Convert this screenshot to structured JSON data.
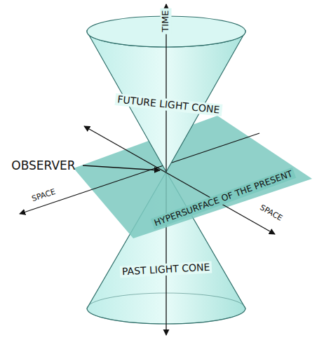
{
  "diagram": {
    "labels": [
      "TIME",
      "FUTURE LIGHT CONE",
      "OBSERVER",
      "SPACE",
      "HYPERSURFACE OF THE PRESENT",
      "SPACE",
      "PAST LIGHT CONE"
    ]
  }
}
